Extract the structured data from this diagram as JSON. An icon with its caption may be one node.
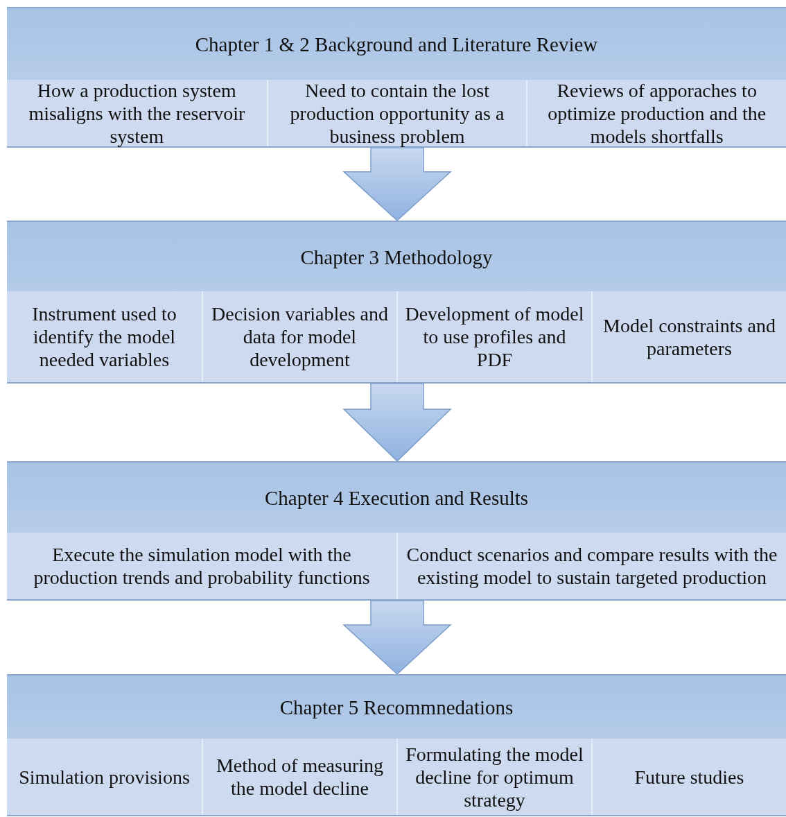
{
  "diagram": {
    "nodes": [
      {
        "text": [
          "Chapter 1 & 2 Background and Literature Review"
        ]
      },
      {
        "text": [
          "How a production system misaligns with the reservoir system"
        ],
        "in": 0
      },
      {
        "text": [
          "Need to contain the lost production opportunity as a business problem"
        ],
        "in": 0
      },
      {
        "text": [
          "Reviews of apporaches to optimize production and the models shortfalls"
        ],
        "in": 0
      },
      {
        "text": [
          "Chapter 3 Methodology"
        ]
      },
      {
        "text": [
          "Instrument used to identify the model needed variables"
        ],
        "in": 4
      },
      {
        "text": [
          "Decision variables and data for model development"
        ],
        "in": 4
      },
      {
        "text": [
          "Development of model to use profiles and PDF"
        ],
        "in": 4
      },
      {
        "text": [
          "Model constraints and parameters"
        ],
        "in": 4
      },
      {
        "text": [
          "Chapter 4 Execution and Results"
        ]
      },
      {
        "text": [
          "Execute the simulation model with the production trends and probability functions"
        ],
        "in": 9
      },
      {
        "text": [
          "Conduct scenarios and compare results with the existing model to sustain targeted production"
        ],
        "in": 9
      },
      {
        "text": [
          "Chapter 5 Recommnedations"
        ]
      },
      {
        "text": [
          "Simulation provisions"
        ],
        "in": 12
      },
      {
        "text": [
          "Method of measuring the model decline"
        ],
        "in": 12
      },
      {
        "text": [
          "Formulating the model decline for optimum strategy"
        ],
        "in": 12
      },
      {
        "text": [
          "Future studies"
        ],
        "in": 12
      }
    ],
    "edges": [
      {
        "from": 0,
        "to": 4,
        "arrow": "to"
      },
      {
        "from": 4,
        "to": 9,
        "arrow": "to"
      },
      {
        "from": 9,
        "to": 12,
        "arrow": "to"
      }
    ]
  }
}
